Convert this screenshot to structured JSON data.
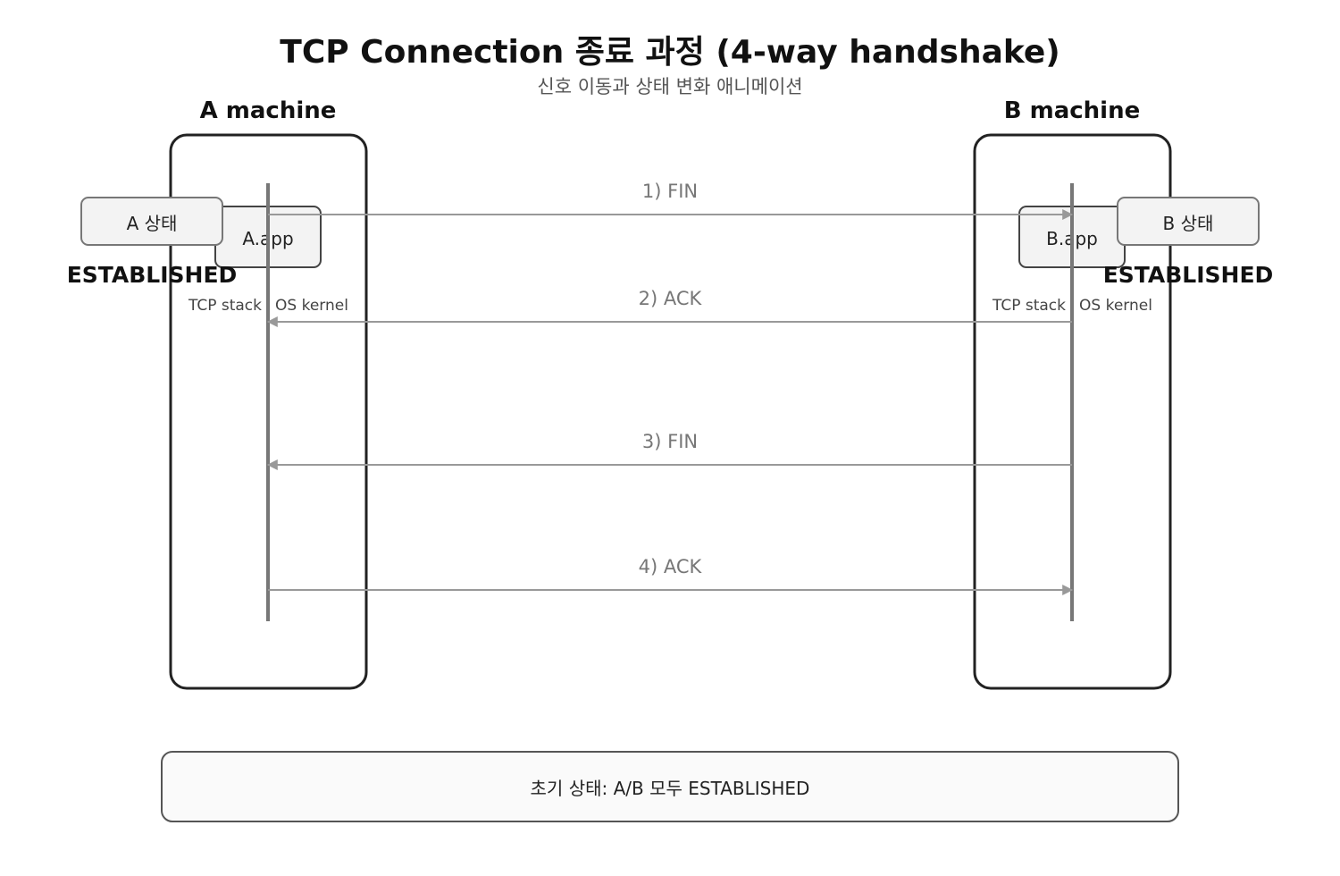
{
  "title": "TCP Connection 종료 과정 (4-way handshake)",
  "subtitle": "신호 이동과 상태 변화 애니메이션",
  "machines": {
    "a": {
      "label": "A machine",
      "app": "A.app",
      "state_label": "A 상태",
      "state": "ESTABLISHED",
      "stack_left": "TCP stack",
      "stack_right": "OS kernel"
    },
    "b": {
      "label": "B machine",
      "app": "B.app",
      "state_label": "B 상태",
      "state": "ESTABLISHED",
      "stack_left": "TCP stack",
      "stack_right": "OS kernel"
    }
  },
  "messages": [
    {
      "label": "1) FIN",
      "from": "A",
      "to": "B"
    },
    {
      "label": "2) ACK",
      "from": "B",
      "to": "A"
    },
    {
      "label": "3) FIN",
      "from": "B",
      "to": "A"
    },
    {
      "label": "4) ACK",
      "from": "A",
      "to": "B"
    }
  ],
  "footer": {
    "text": "초기 상태: A/B 모두 ESTABLISHED"
  },
  "colors": {
    "line": "#999999",
    "lifeline": "#777777",
    "box_fill": "#f3f3f3"
  }
}
